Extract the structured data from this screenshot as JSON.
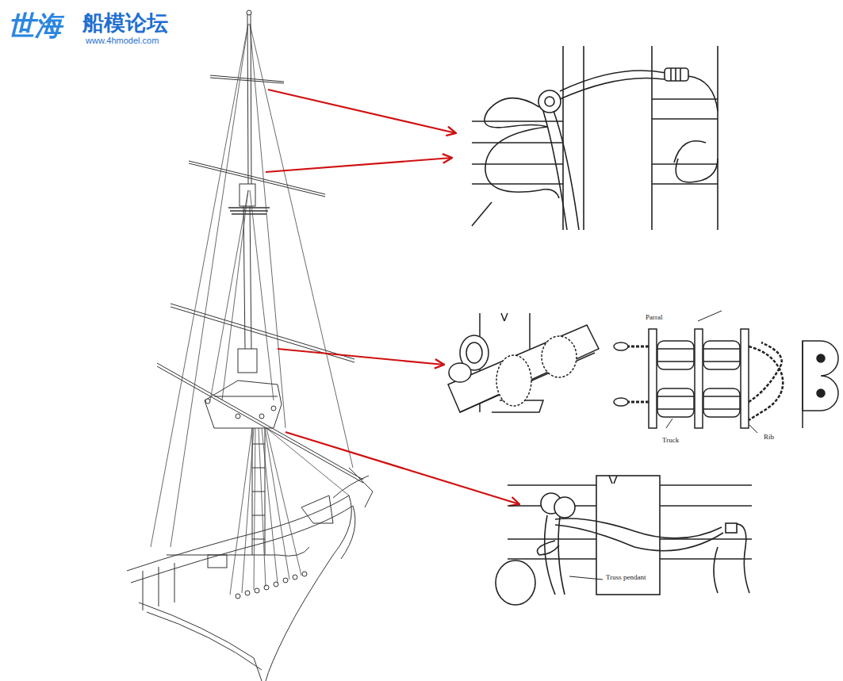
{
  "diagram": {
    "labels": [
      "世海",
      "船模论坛",
      "www.4hmodel.com",
      "Parral",
      "Truck",
      "Rib",
      "Truss pendant"
    ]
  }
}
